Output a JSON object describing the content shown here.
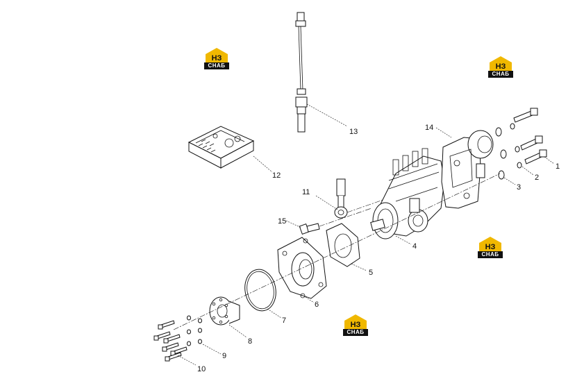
{
  "callouts": {
    "c1": "1",
    "c2": "2",
    "c3": "3",
    "c4": "4",
    "c5": "5",
    "c6": "6",
    "c7": "7",
    "c8": "8",
    "c9": "9",
    "c10": "10",
    "c11": "11",
    "c12": "12",
    "c13": "13",
    "c14": "14",
    "c15": "15"
  },
  "watermark": {
    "text": "СНАБ",
    "mark": "НЗ",
    "color": "#f0b800"
  }
}
